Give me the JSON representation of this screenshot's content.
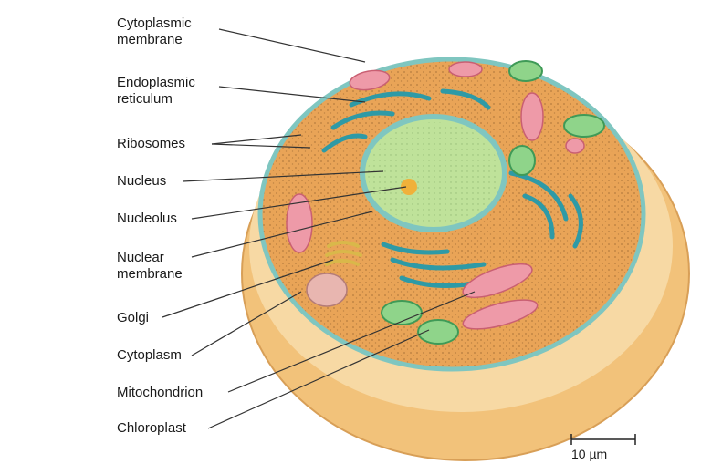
{
  "labels": {
    "cytoplasmic_membrane": [
      "Cytoplasmic",
      "membrane"
    ],
    "endoplasmic_reticulum": [
      "Endoplasmic",
      "reticulum"
    ],
    "ribosomes": "Ribosomes",
    "nucleus": "Nucleus",
    "nucleolus": "Nucleolus",
    "nuclear_membrane": [
      "Nuclear",
      "membrane"
    ],
    "golgi": "Golgi",
    "cytoplasm": "Cytoplasm",
    "mitochondrion": "Mitochondrion",
    "chloroplast": "Chloroplast"
  },
  "scale_bar": {
    "label": "10 µm"
  },
  "colors": {
    "outer_wall": "#f2c27a",
    "cytoplasm": "#e9a457",
    "membrane": "#7fc6c0",
    "nucleus": "#bfe29a",
    "nucleolus": "#f0b13a",
    "er": "#2e9aa6",
    "mitochondrion": "#ee9aa8",
    "chloroplast": "#8fd48a",
    "leader_line": "#333333"
  }
}
